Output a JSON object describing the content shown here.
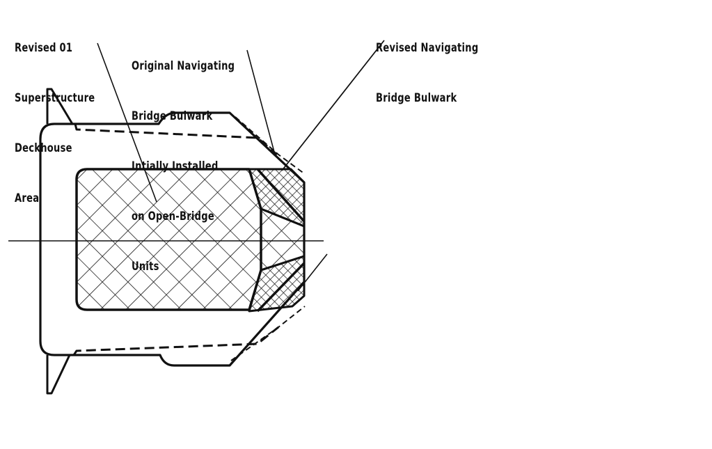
{
  "labels": {
    "deckhouse": [
      "Revised 01",
      "Superstructure",
      "Deckhouse",
      "Area"
    ],
    "original_bulwark": [
      "Original Navigating",
      "Bridge Bulwark",
      "Intially Installed",
      "on Open-Bridge",
      "Units"
    ],
    "revised_bulwark": [
      "Revised Navigating",
      "Bridge Bulwark"
    ]
  },
  "colors": {
    "ink": "#111111",
    "background": "#ffffff"
  }
}
